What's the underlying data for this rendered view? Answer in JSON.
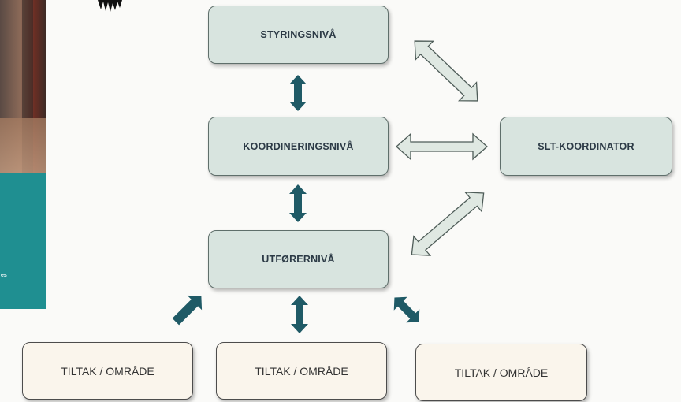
{
  "diagram": {
    "levels": {
      "styring": "STYRINGSNIVÅ",
      "koordinering": "KOORDINERINGSNIVÅ",
      "utforer": "UTFØRERNIVÅ",
      "coordinator": "SLT-KOORDINATOR"
    },
    "measures": [
      "TILTAK / OMRÅDE",
      "TILTAK / OMRÅDE",
      "TILTAK / OMRÅDE"
    ]
  },
  "side_panel": {
    "text_fragment": "es"
  },
  "colors": {
    "level_fill": "#d8e4df",
    "measure_fill": "#faf5ec",
    "vertical_arrow": "#1f5a66",
    "outline_arrow_fill": "#dfe8e2",
    "teal_panel": "#1f8f91"
  }
}
